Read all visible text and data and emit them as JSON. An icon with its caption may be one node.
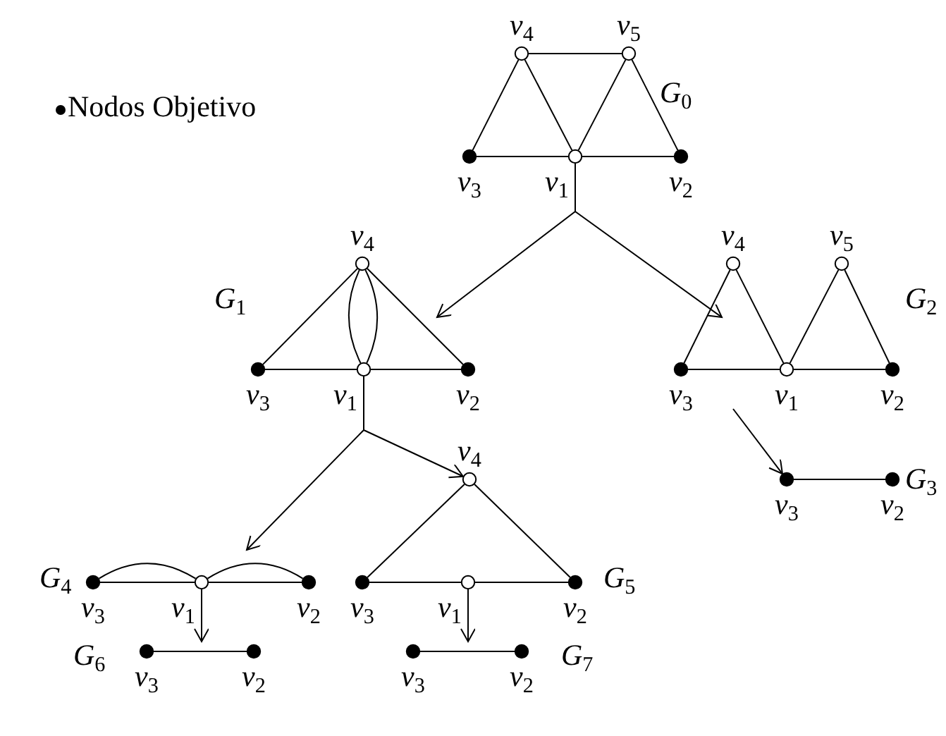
{
  "diagram": {
    "nodes": [
      {
        "text": [],
        "shape": "circle",
        "beside": [
          "*v*$_{4}$"
        ]
      },
      {
        "text": [],
        "shape": "circle",
        "beside": [
          "*v*$_{5}$"
        ]
      },
      {
        "text": [],
        "shape": "dot",
        "beside": [
          "*v*$_{3}$"
        ]
      },
      {
        "text": [],
        "shape": "circle",
        "beside": [
          "*v*$_{1}$"
        ]
      },
      {
        "text": [],
        "shape": "dot",
        "beside": [
          "*v*$_{2}$"
        ]
      },
      {
        "text": [],
        "shape": "circle",
        "beside": [
          "*v*$_{4}$"
        ]
      },
      {
        "text": [],
        "shape": "dot",
        "beside": [
          "*v*$_{3}$"
        ]
      },
      {
        "text": [],
        "shape": "circle",
        "beside": [
          "*v*$_{1}$"
        ]
      },
      {
        "text": [],
        "shape": "dot",
        "beside": [
          "*v*$_{2}$"
        ]
      },
      {
        "text": [],
        "shape": "circle",
        "beside": [
          "*v*$_{4}$"
        ]
      },
      {
        "text": [],
        "shape": "circle",
        "beside": [
          "*v*$_{5}$"
        ]
      },
      {
        "text": [],
        "shape": "dot",
        "beside": [
          "*v*$_{3}$"
        ]
      },
      {
        "text": [],
        "shape": "circle",
        "beside": [
          "*v*$_{1}$"
        ]
      },
      {
        "text": [],
        "shape": "dot",
        "beside": [
          "*v*$_{2}$"
        ]
      },
      {
        "text": [],
        "shape": "dot",
        "beside": [
          "*v*$_{3}$"
        ]
      },
      {
        "text": [],
        "shape": "dot",
        "beside": [
          "*v*$_{2}$"
        ]
      },
      {
        "text": [],
        "shape": "dot",
        "beside": [
          "*v*$_{3}$"
        ]
      },
      {
        "text": [],
        "shape": "circle",
        "beside": [
          "*v*$_{1}$"
        ]
      },
      {
        "text": [],
        "shape": "dot",
        "beside": [
          "*v*$_{2}$"
        ]
      },
      {
        "text": [],
        "shape": "circle",
        "beside": [
          "*v*$_{4}$"
        ]
      },
      {
        "text": [],
        "shape": "dot",
        "beside": [
          "*v*$_{3}$"
        ]
      },
      {
        "text": [],
        "shape": "circle",
        "beside": [
          "*v*$_{1}$"
        ]
      },
      {
        "text": [],
        "shape": "dot",
        "beside": [
          "*v*$_{2}$"
        ]
      },
      {
        "text": [],
        "shape": "dot",
        "beside": [
          "*v*$_{3}$"
        ]
      },
      {
        "text": [],
        "shape": "dot",
        "beside": [
          "*v*$_{2}$"
        ]
      },
      {
        "text": [],
        "shape": "dot",
        "beside": [
          "*v*$_{3}$"
        ]
      },
      {
        "text": [],
        "shape": "dot",
        "beside": [
          "*v*$_{2}$"
        ]
      }
    ],
    "edges": [
      {
        "from": 0,
        "to": 1,
        "arrow": "none"
      },
      {
        "from": 0,
        "to": 2,
        "arrow": "none"
      },
      {
        "from": 0,
        "to": 3,
        "arrow": "none"
      },
      {
        "from": 1,
        "to": 3,
        "arrow": "none"
      },
      {
        "from": 1,
        "to": 4,
        "arrow": "none"
      },
      {
        "from": 2,
        "to": 3,
        "arrow": "none"
      },
      {
        "from": 3,
        "to": 4,
        "arrow": "none"
      },
      {
        "from": 5,
        "to": 6,
        "arrow": "none"
      },
      {
        "from": 5,
        "to": 8,
        "arrow": "none"
      },
      {
        "from": 6,
        "to": 7,
        "arrow": "none"
      },
      {
        "from": 7,
        "to": 8,
        "arrow": "none"
      },
      {
        "from": 5,
        "to": 7,
        "arrow": "none"
      },
      {
        "from": 5,
        "to": 7,
        "arrow": "none"
      },
      {
        "from": 9,
        "to": 11,
        "arrow": "none"
      },
      {
        "from": 9,
        "to": 12,
        "arrow": "none"
      },
      {
        "from": 10,
        "to": 12,
        "arrow": "none"
      },
      {
        "from": 10,
        "to": 13,
        "arrow": "none"
      },
      {
        "from": 11,
        "to": 12,
        "arrow": "none"
      },
      {
        "from": 12,
        "to": 13,
        "arrow": "none"
      },
      {
        "from": 14,
        "to": 15,
        "arrow": "none"
      },
      {
        "from": 16,
        "to": 17,
        "arrow": "none"
      },
      {
        "from": 17,
        "to": 18,
        "arrow": "none"
      },
      {
        "from": 16,
        "to": 17,
        "arrow": "none"
      },
      {
        "from": 17,
        "to": 18,
        "arrow": "none"
      },
      {
        "from": 19,
        "to": 20,
        "arrow": "none"
      },
      {
        "from": 19,
        "to": 22,
        "arrow": "none"
      },
      {
        "from": 20,
        "to": 21,
        "arrow": "none"
      },
      {
        "from": 21,
        "to": 22,
        "arrow": "none"
      },
      {
        "from": 23,
        "to": 24,
        "arrow": "none"
      },
      {
        "from": 25,
        "to": 26,
        "arrow": "none"
      },
      {
        "from": 3,
        "to": null,
        "arrow": "to"
      },
      {
        "from": 3,
        "to": null,
        "arrow": "to"
      },
      {
        "from": null,
        "to": 14,
        "arrow": "to"
      },
      {
        "from": 7,
        "to": null,
        "arrow": "to"
      },
      {
        "from": 7,
        "to": 19,
        "arrow": "to"
      },
      {
        "from": 17,
        "to": null,
        "arrow": "to"
      },
      {
        "from": 21,
        "to": null,
        "arrow": "to"
      }
    ],
    "labels": [
      "*G*$_{0}$",
      "*G*$_{1}$",
      "*G*$_{2}$",
      "*G*$_{3}$",
      "*G*$_{4}$",
      "*G*$_{5}$",
      "*G*$_{6}$",
      "*G*$_{7}$"
    ],
    "legend": [
      {
        "text": "Nodos Objetivo"
      }
    ]
  }
}
